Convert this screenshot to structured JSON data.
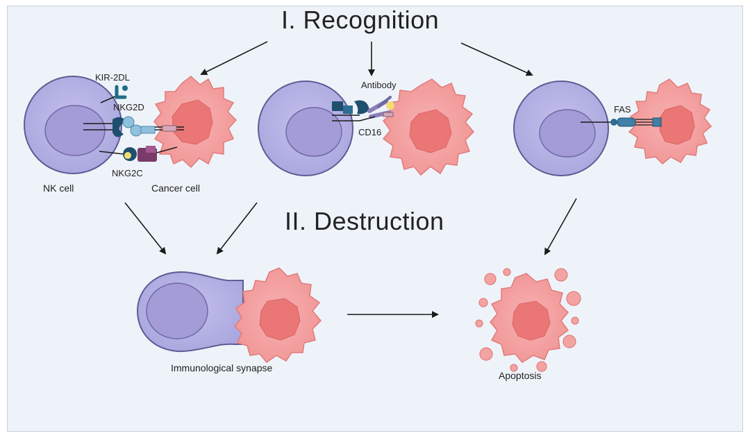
{
  "headings": {
    "recognition": "I. Recognition",
    "destruction": "II. Destruction"
  },
  "labels": {
    "kir2dl": "KIR-2DL",
    "nkg2d": "NKG2D",
    "nkg2c": "NKG2C",
    "nk_cell": "NK cell",
    "cancer_cell": "Cancer cell",
    "antibody": "Antibody",
    "cd16": "CD16",
    "fas": "FAS",
    "synapse": "Immunological synapse",
    "apoptosis": "Apoptosis"
  },
  "colors": {
    "nk_cell": "#b8b6e6",
    "nk_nucleus": "#a79fd8",
    "cancer_cell": "#f4a3a3",
    "cancer_nucleus": "#e97474",
    "receptor_dark": "#1f4f6e",
    "receptor_light": "#8fc0dc",
    "nkg2c_ligand": "#7a3b6a",
    "antibody": "#8a80b8",
    "background": "#eef3f9"
  },
  "icons": [
    "kir-2dl-receptor-icon",
    "nkg2d-receptor-icon",
    "nkg2c-receptor-icon",
    "antibody-icon",
    "cd16-receptor-icon",
    "fas-receptor-icon"
  ]
}
